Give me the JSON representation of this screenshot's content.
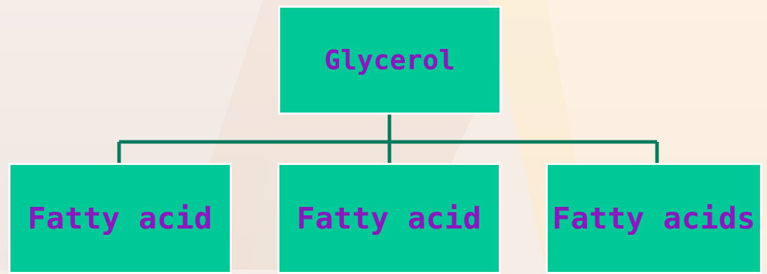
{
  "diagram": {
    "root": {
      "label": "Glycerol"
    },
    "children": [
      {
        "label": "Fatty acid"
      },
      {
        "label": "Fatty acid"
      },
      {
        "label": "Fatty acids"
      }
    ]
  },
  "colors": {
    "node_fill": "#00c896",
    "node_text": "#8b18bf",
    "node_border": "#ffffff",
    "connector": "#007a5c"
  }
}
